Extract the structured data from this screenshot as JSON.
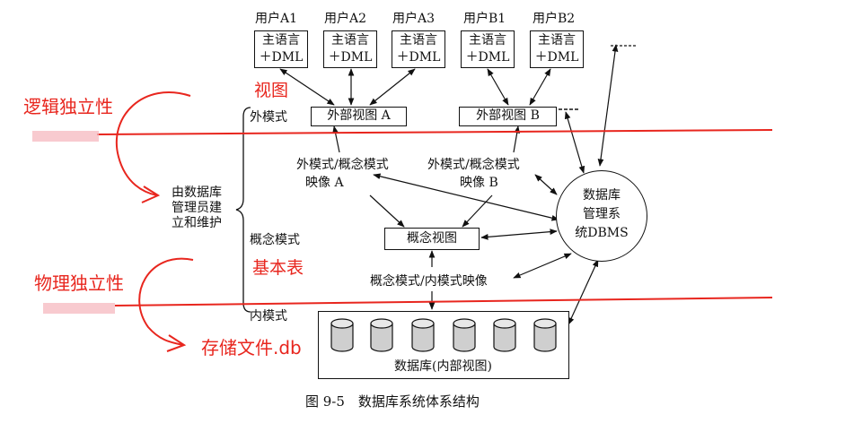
{
  "users": [
    "用户A1",
    "用户A2",
    "用户A3",
    "用户B1",
    "用户B2"
  ],
  "lang_box": {
    "line1": "主语言",
    "line2": "＋DML"
  },
  "views": {
    "view_a": "外部视图 A",
    "view_b": "外部视图 B",
    "conceptual": "概念视图"
  },
  "mappings": {
    "ext_a_line1": "外模式/概念模式",
    "ext_a_line2": "映像 A",
    "ext_b_line1": "外模式/概念模式",
    "ext_b_line2": "映像 B",
    "conc_internal": "概念模式/内模式映像"
  },
  "levels": {
    "external": "外模式",
    "conceptual": "概念模式",
    "internal": "内模式"
  },
  "maintained_by": [
    "由数据库",
    "管理员建",
    "立和维护"
  ],
  "dbms": [
    "数据库",
    "管理系",
    "统DBMS"
  ],
  "storage_label": "数据库(内部视图)",
  "caption": "图 9-5　数据库系统体系结构",
  "annotations": {
    "view": "视图",
    "logical_independence": "逻辑独立性",
    "base_table": "基本表",
    "physical_independence": "物理独立性",
    "storage_file": "存储文件.db"
  },
  "colors": {
    "annotation": "#e8261e",
    "highlight": "#f6b8bf"
  }
}
